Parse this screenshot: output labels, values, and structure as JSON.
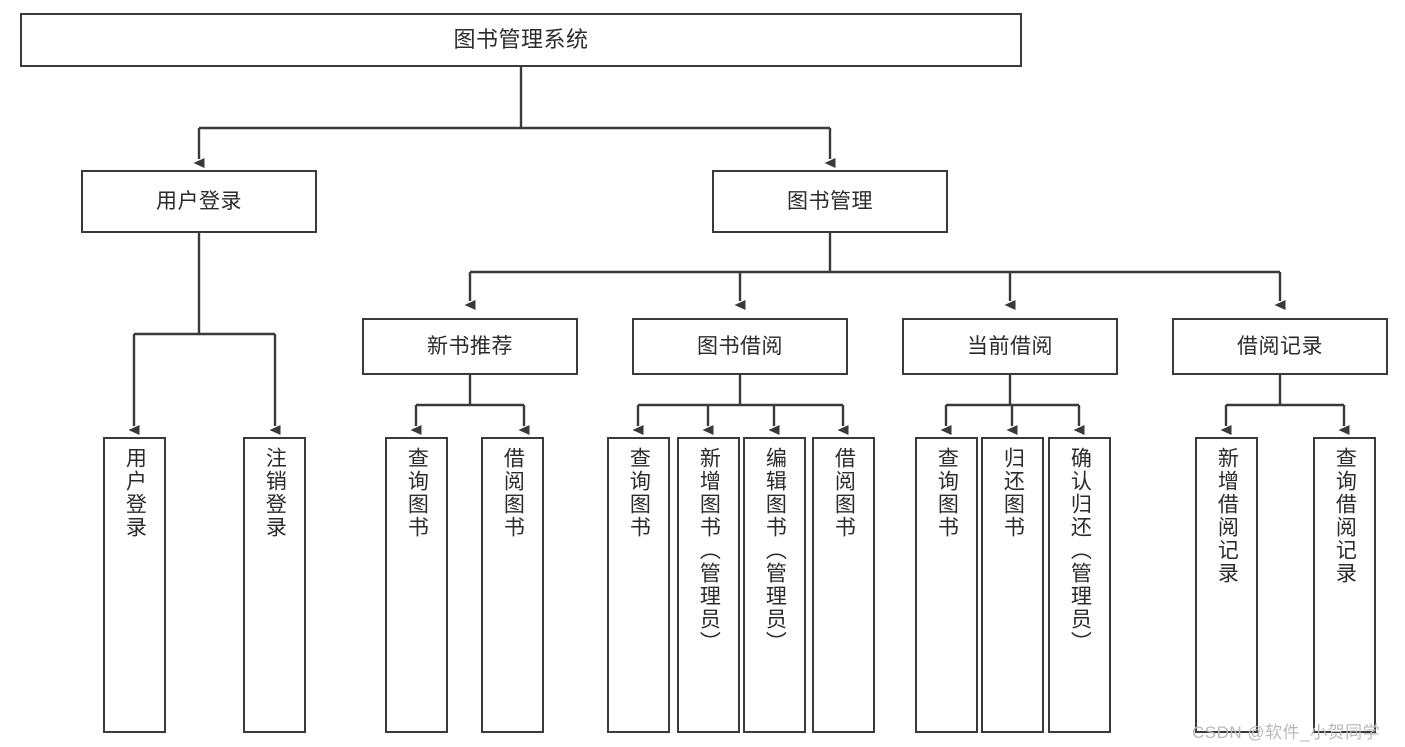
{
  "diagram": {
    "title": "图书管理系统",
    "type": "tree-hierarchy",
    "colors": {
      "background": "#ffffff",
      "box_border": "#3a3a3a",
      "box_fill": "#ffffff",
      "text": "#2b2b2b",
      "connector": "#3a3a3a",
      "watermark": "#b9b9b9"
    },
    "root": {
      "label": "图书管理系统"
    },
    "level2": [
      {
        "label": "用户登录"
      },
      {
        "label": "图书管理"
      }
    ],
    "level3": [
      {
        "label": "新书推荐"
      },
      {
        "label": "图书借阅"
      },
      {
        "label": "当前借阅"
      },
      {
        "label": "借阅记录"
      }
    ],
    "leaves": {
      "user_login": [
        {
          "label": "用户登录"
        },
        {
          "label": "注销登录"
        }
      ],
      "new_book": [
        {
          "label": "查询图书"
        },
        {
          "label": "借阅图书"
        }
      ],
      "book_borrow": [
        {
          "label": "查询图书"
        },
        {
          "label": "新增图书（管理员）"
        },
        {
          "label": "编辑图书（管理员）"
        },
        {
          "label": "借阅图书"
        }
      ],
      "current_borrow": [
        {
          "label": "查询图书"
        },
        {
          "label": "归还图书"
        },
        {
          "label": "确认归还（管理员）"
        }
      ],
      "borrow_record": [
        {
          "label": "新增借阅记录"
        },
        {
          "label": "查询借阅记录"
        }
      ]
    }
  },
  "watermark": {
    "text": "CSDN @软件_小贺同学"
  }
}
